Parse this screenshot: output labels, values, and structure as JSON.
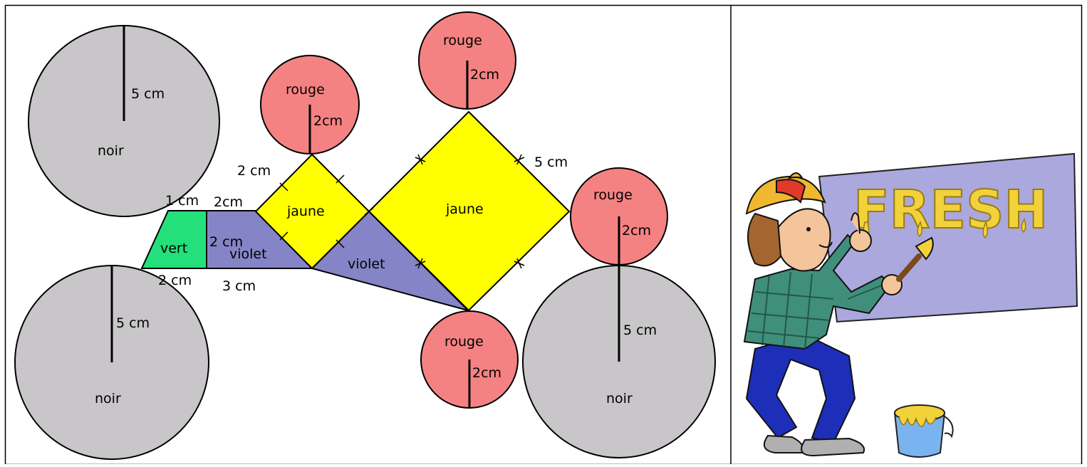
{
  "colors": {
    "gris": "#c8c6c8",
    "rouge": "#f58282",
    "jaune": "#ffff00",
    "violet": "#8584c6",
    "vert": "#24e07a",
    "board": "#aaa8dc",
    "border": "#000000"
  },
  "diagram": {
    "circles": {
      "noir_top_left": {
        "label": "noir",
        "radius_label": "5 cm"
      },
      "noir_bottom_left": {
        "label": "noir",
        "radius_label": "5 cm"
      },
      "noir_bottom_right": {
        "label": "noir",
        "radius_label": "5 cm"
      },
      "rouge_small_left": {
        "label": "rouge",
        "radius_label": "2cm"
      },
      "rouge_top": {
        "label": "rouge",
        "radius_label": "2cm"
      },
      "rouge_right": {
        "label": "rouge",
        "radius_label": "2cm"
      },
      "rouge_bottom": {
        "label": "rouge",
        "radius_label": "2cm"
      }
    },
    "shapes": {
      "small_square": {
        "label": "jaune",
        "side_label": "2 cm"
      },
      "big_square": {
        "label": "jaune",
        "side_label": "5 cm"
      },
      "trapezoid": {
        "label": "vert",
        "top_label": "1 cm",
        "bottom_label": "2 cm"
      },
      "rectangle": {
        "label": "violet",
        "height_label": "2 cm",
        "top_label": "2cm",
        "bottom_label": "3 cm"
      },
      "triangle": {
        "label": "violet"
      }
    }
  },
  "illustration": {
    "sign_text": "FRESH"
  }
}
